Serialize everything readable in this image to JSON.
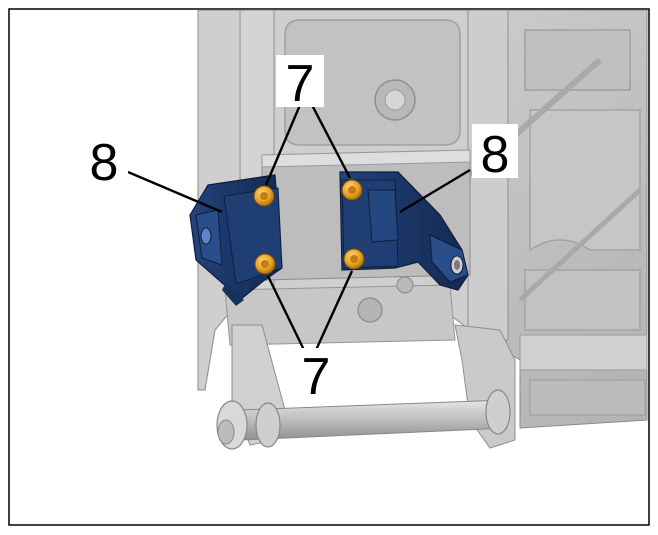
{
  "callouts": {
    "top_seven": "7",
    "bottom_seven": "7",
    "left_eight": "8",
    "right_eight": "8"
  },
  "colors": {
    "frame": "#000000",
    "bracket": "#1c3768",
    "bolt": "#e8a020",
    "casting": "#c9c9c9",
    "casting_dark": "#9e9e9e",
    "leader": "#000000",
    "label_bg": "#ffffff"
  }
}
